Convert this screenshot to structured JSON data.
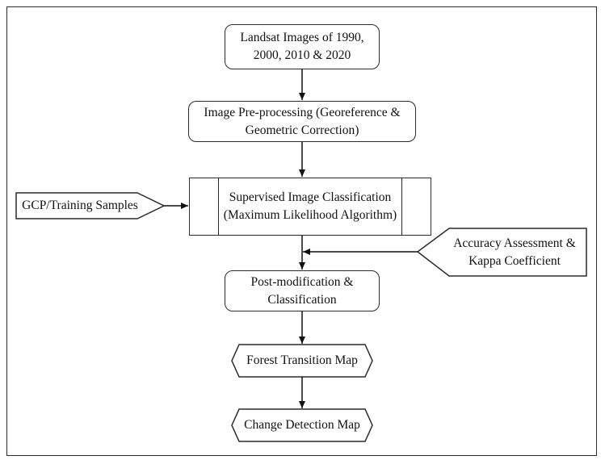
{
  "nodes": {
    "landsat": "Landsat Images of 1990,\n2000, 2010 & 2020",
    "preprocessing": "Image Pre-processing (Georeference &\nGeometric Correction)",
    "classification": "Supervised Image Classification\n(Maximum Likelihood Algorithm)",
    "gcp": "GCP/Training Samples",
    "accuracy": "Accuracy Assessment &\nKappa Coefficient",
    "postmod": "Post-modification &\nClassification",
    "forest_map": "Forest Transition Map",
    "change_map": "Change Detection Map"
  },
  "colors": {
    "stroke": "#2b2b2b",
    "fill": "#ffffff",
    "text": "#111111"
  }
}
